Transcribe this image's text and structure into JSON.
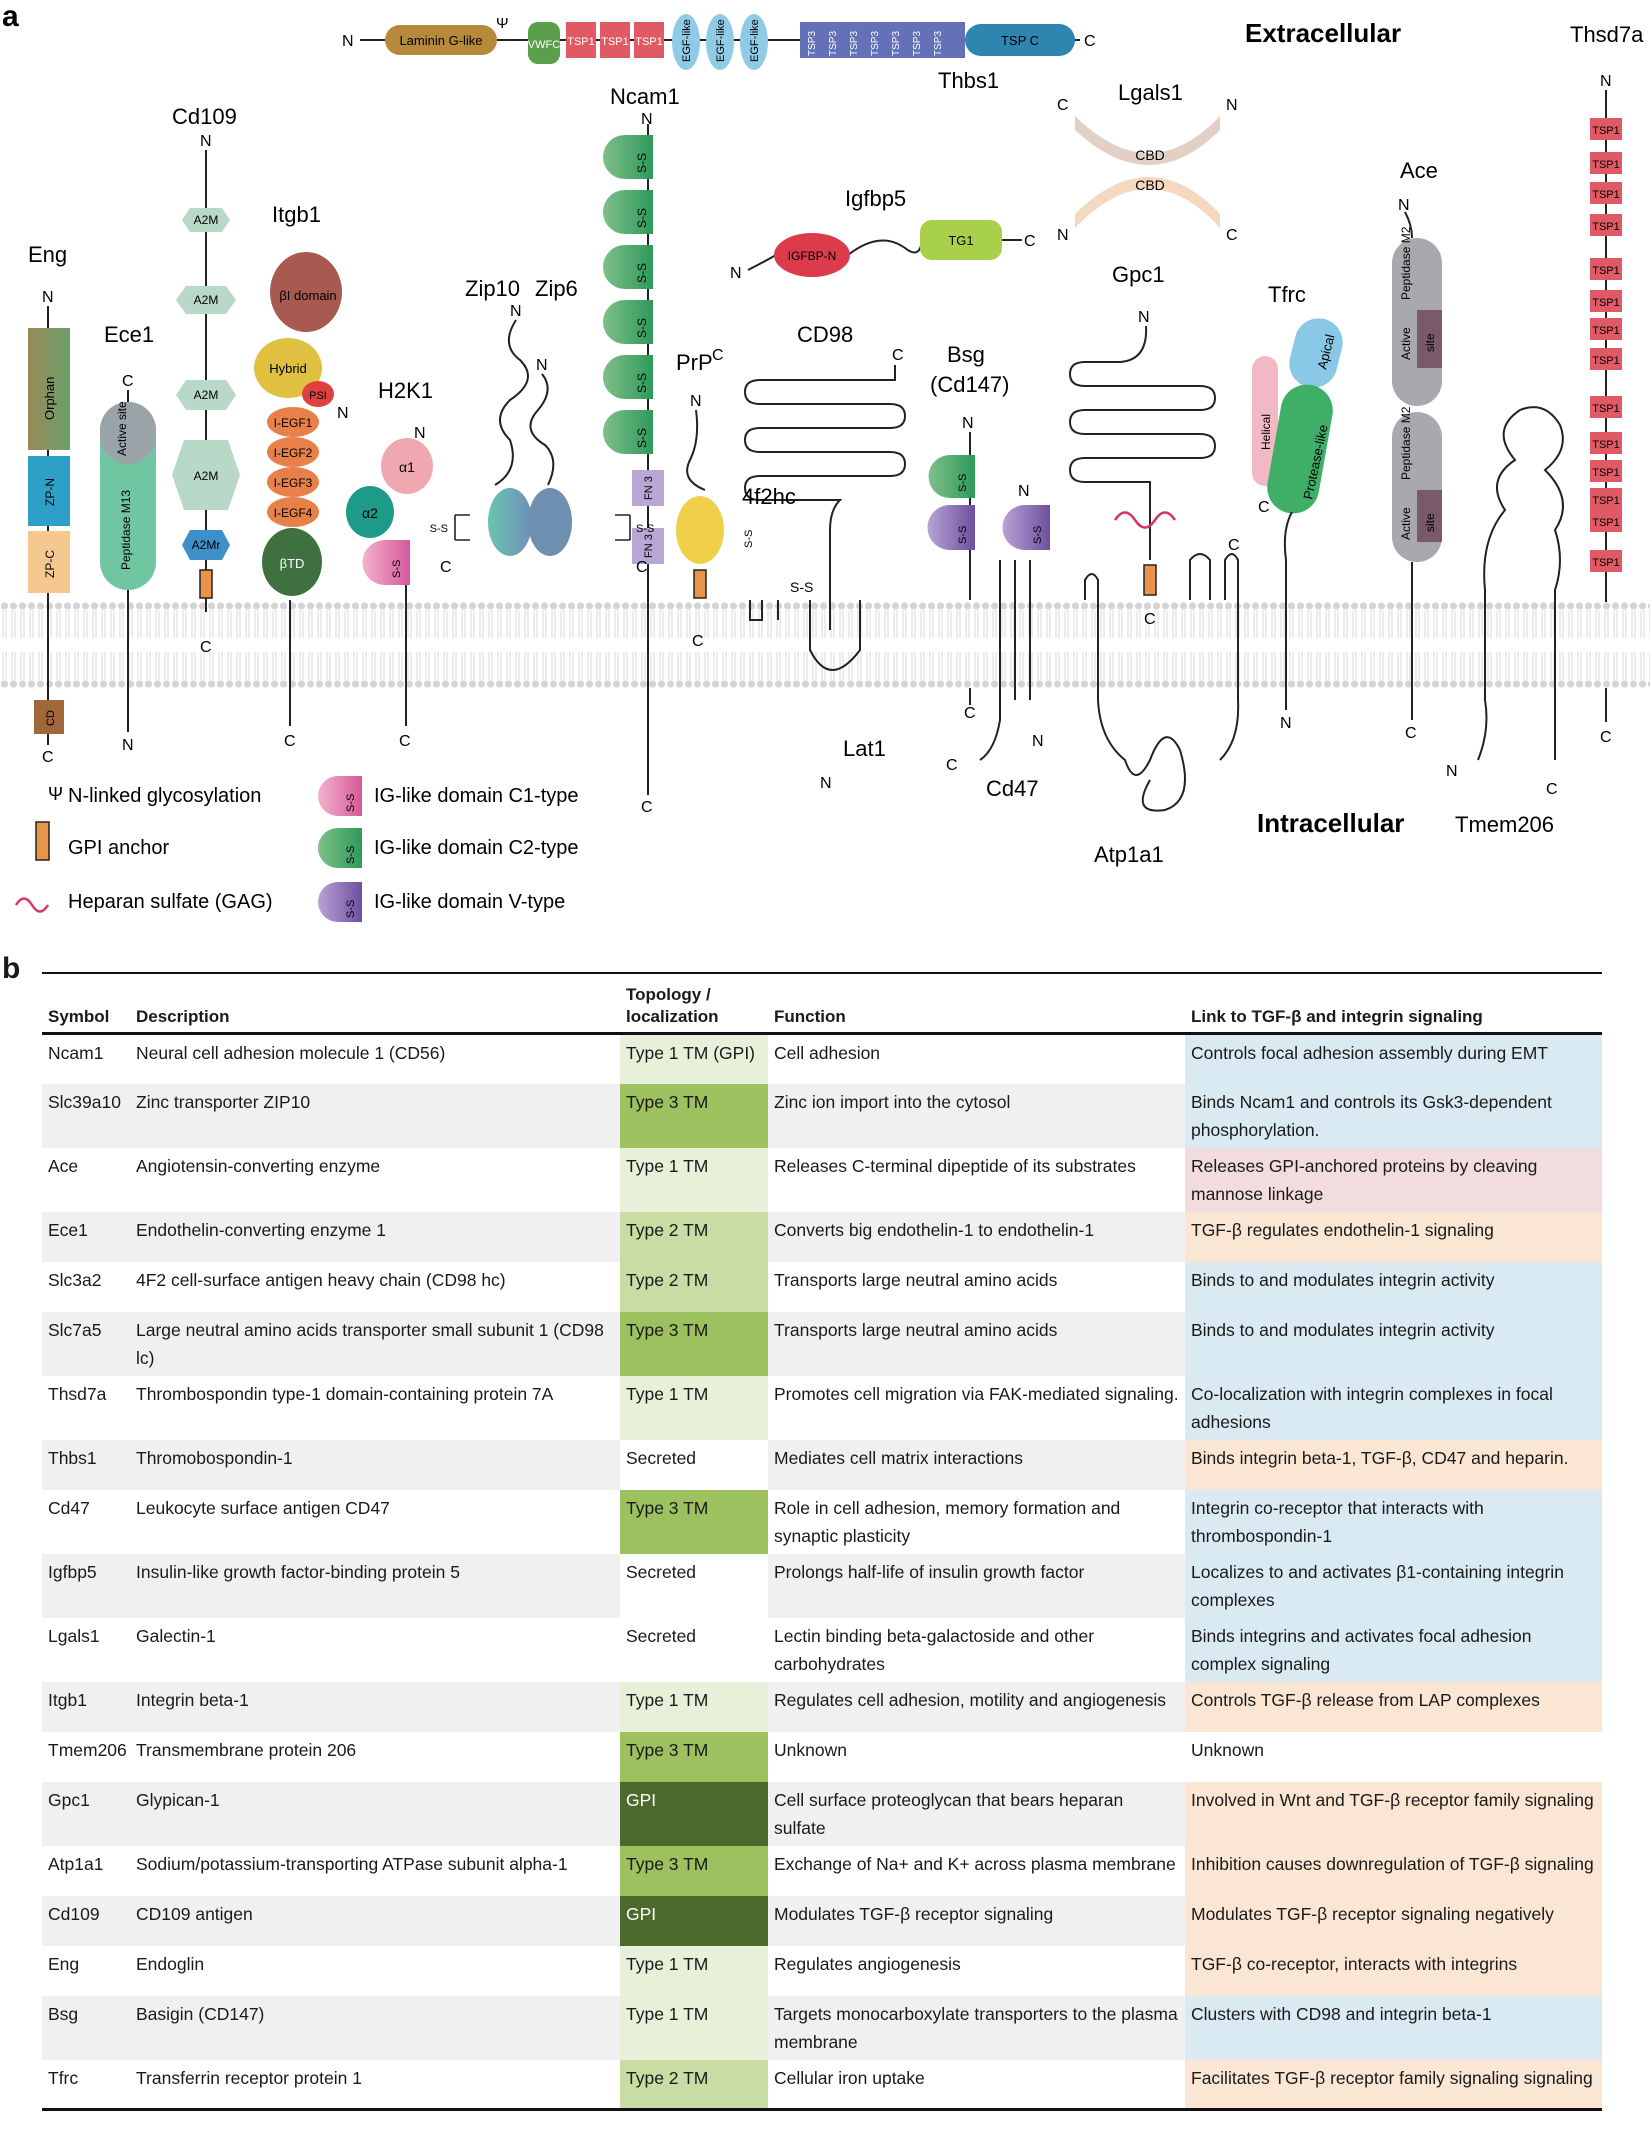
{
  "panel_a": {
    "label": "a",
    "extracellular": "Extracellular",
    "intracellular": "Intracellular",
    "proteins": {
      "thbs1": "Thbs1",
      "thsd7a": "Thsd7a",
      "lgals1": "Lgals1",
      "cd109": "Cd109",
      "ncam1": "Ncam1",
      "igfbp5": "Igfbp5",
      "ace": "Ace",
      "itgb1": "Itgb1",
      "eng": "Eng",
      "ece1": "Ece1",
      "zip10": "Zip10",
      "zip6": "Zip6",
      "h2k1": "H2K1",
      "prp": "PrP",
      "cd98": "CD98",
      "bsg": "Bsg",
      "bsg_alt": "(Cd147)",
      "gpc1": "Gpc1",
      "tfrc": "Tfrc",
      "f4f2hc": "4f2hc",
      "lat1": "Lat1",
      "cd47": "Cd47",
      "atp1a1": "Atp1a1",
      "tmem206": "Tmem206"
    },
    "domains": {
      "laminin": "Laminin G-like",
      "vwfc": "VWFC",
      "tsp1": "TSP1",
      "egf_like": "EGF-like",
      "tsp3": "TSP3",
      "tspc": "TSP C",
      "cbd": "CBD",
      "a2m": "A2M",
      "a2mr": "A2Mr",
      "igfbpn": "IGFBP-N",
      "tg1": "TG1",
      "bi_domain": "βI domain",
      "hybrid": "Hybrid",
      "psi": "PSI",
      "iegf1": "I-EGF1",
      "iegf2": "I-EGF2",
      "iegf3": "I-EGF3",
      "iegf4": "I-EGF4",
      "btd": "βTD",
      "orphan": "Orphan",
      "zpn": "ZP-N",
      "zpc": "ZP-C",
      "cd": "CD",
      "active_site": "Active site",
      "peptidase_m13": "Peptidase M13",
      "peptidase_m2": "Peptidase M2",
      "active": "Active",
      "site": "site",
      "alpha1": "α1",
      "alpha2": "α2",
      "ss": "S-S",
      "fn3": "FN 3",
      "helical": "Helical",
      "apical": "Apical",
      "protease_like": "Protease-like"
    },
    "termini": {
      "n": "N",
      "c": "C"
    },
    "legend": {
      "glyco": "N-linked glycosylation",
      "gpi": "GPI anchor",
      "heparan": "Heparan sulfate (GAG)",
      "c1": "IG-like domain C1-type",
      "c2": "IG-like domain C2-type",
      "v": "IG-like domain V-type"
    },
    "colors": {
      "tsp1": "#e05a66",
      "egf": "#8fcbe6",
      "tsp3": "#6470b8",
      "tspc": "#2e86b0",
      "laminin": "#b58a3a",
      "vwfc": "#5aa04a",
      "c1": "#e07aa8",
      "c2": "#2e9a5a",
      "v": "#7a5aa8",
      "gpi": "#e8954a",
      "heparan": "#d8336a"
    }
  },
  "panel_b": {
    "label": "b",
    "headers": {
      "symbol": "Symbol",
      "description": "Description",
      "topology": "Topology / localization",
      "function": "Function",
      "link": "Link to TGF-β and integrin signaling"
    },
    "rows": [
      {
        "symbol": "Ncam1",
        "description": "Neural cell adhesion molecule 1 (CD56)",
        "topology": "Type 1 TM (GPI)",
        "function": "Cell adhesion",
        "link": "Controls focal adhesion assembly during EMT",
        "topo_color": "#e9f0da",
        "link_color": "#d9eaf2"
      },
      {
        "symbol": "Slc39a10",
        "description": "Zinc transporter ZIP10",
        "topology": "Type 3 TM",
        "function": "Zinc ion import into the cytosol",
        "link": "Binds Ncam1 and controls its Gsk3-dependent phosphorylation.",
        "topo_color": "#9dc15e",
        "link_color": "#d9eaf2"
      },
      {
        "symbol": "Ace",
        "description": "Angiotensin-converting enzyme",
        "topology": "Type 1 TM",
        "function": "Releases C-terminal dipeptide of its substrates",
        "link": "Releases GPI-anchored proteins by cleaving mannose linkage",
        "topo_color": "#e9f0da",
        "link_color": "#f2dce0"
      },
      {
        "symbol": "Ece1",
        "description": "Endothelin-converting enzyme 1",
        "topology": "Type 2 TM",
        "function": "Converts big endothelin-1 to endothelin-1",
        "link": "TGF-β regulates endothelin-1 signaling",
        "topo_color": "#c9dca4",
        "link_color": "#fbe6d4"
      },
      {
        "symbol": "Slc3a2",
        "description": "4F2 cell-surface antigen heavy chain (CD98 hc)",
        "topology": "Type 2 TM",
        "function": "Transports large neutral amino acids",
        "link": "Binds to and modulates integrin activity",
        "topo_color": "#c9dca4",
        "link_color": "#d9eaf2"
      },
      {
        "symbol": "Slc7a5",
        "description": "Large neutral amino acids transporter small subunit 1 (CD98 lc)",
        "topology": "Type 3 TM",
        "function": "Transports large neutral amino acids",
        "link": "Binds to and modulates integrin activity",
        "topo_color": "#9dc15e",
        "link_color": "#d9eaf2"
      },
      {
        "symbol": "Thsd7a",
        "description": "Thrombospondin type-1 domain-containing protein 7A",
        "topology": "Type 1 TM",
        "function": "Promotes cell migration via FAK-mediated signaling.",
        "link": "Co-localization with integrin complexes in focal adhesions",
        "topo_color": "#e9f0da",
        "link_color": "#d9eaf2"
      },
      {
        "symbol": "Thbs1",
        "description": "Thromobospondin-1",
        "topology": "Secreted",
        "function": "Mediates cell matrix interactions",
        "link": "Binds integrin beta-1, TGF-β, CD47 and heparin.",
        "topo_color": "#ffffff",
        "link_color": "#fbe6d4"
      },
      {
        "symbol": "Cd47",
        "description": "Leukocyte surface antigen CD47",
        "topology": "Type 3 TM",
        "function": "Role in cell adhesion, memory formation and synaptic plasticity",
        "link": "Integrin co-receptor that interacts with thrombospondin-1",
        "topo_color": "#9dc15e",
        "link_color": "#d9eaf2"
      },
      {
        "symbol": "Igfbp5",
        "description": "Insulin-like growth factor-binding protein 5",
        "topology": "Secreted",
        "function": "Prolongs half-life of insulin growth factor",
        "link": "Localizes to and activates β1-containing integrin complexes",
        "topo_color": "#ffffff",
        "link_color": "#d9eaf2"
      },
      {
        "symbol": "Lgals1",
        "description": "Galectin-1",
        "topology": "Secreted",
        "function": "Lectin binding beta-galactoside and other carbohydrates",
        "link": "Binds integrins and activates focal adhesion complex signaling",
        "topo_color": "#ffffff",
        "link_color": "#d9eaf2"
      },
      {
        "symbol": "Itgb1",
        "description": "Integrin beta-1",
        "topology": "Type 1 TM",
        "function": "Regulates cell adhesion, motility and angiogenesis",
        "link": "Controls TGF-β release from LAP complexes",
        "topo_color": "#e9f0da",
        "link_color": "#fbe6d4"
      },
      {
        "symbol": "Tmem206",
        "description": "Transmembrane protein 206",
        "topology": "Type 3 TM",
        "function": "Unknown",
        "link": "Unknown",
        "topo_color": "#9dc15e",
        "link_color": "#ffffff"
      },
      {
        "symbol": "Gpc1",
        "description": "Glypican-1",
        "topology": "GPI",
        "function": "Cell surface proteoglycan that bears heparan sulfate",
        "link": "Involved in Wnt and TGF-β receptor family signaling",
        "topo_color": "#4b6a2c",
        "link_color": "#fbe6d4"
      },
      {
        "symbol": "Atp1a1",
        "description": "Sodium/potassium-transporting ATPase subunit alpha-1",
        "topology": "Type 3 TM",
        "function": "Exchange of Na+ and K+ across plasma membrane",
        "link": "Inhibition causes downregulation of TGF-β signaling",
        "topo_color": "#9dc15e",
        "link_color": "#fbe6d4"
      },
      {
        "symbol": "Cd109",
        "description": "CD109 antigen",
        "topology": "GPI",
        "function": "Modulates TGF-β receptor signaling",
        "link": "Modulates TGF-β receptor signaling negatively",
        "topo_color": "#4b6a2c",
        "link_color": "#fbe6d4"
      },
      {
        "symbol": "Eng",
        "description": "Endoglin",
        "topology": "Type 1 TM",
        "function": "Regulates angiogenesis",
        "link": "TGF-β co-receptor, interacts with integrins",
        "topo_color": "#e9f0da",
        "link_color": "#fbe6d4"
      },
      {
        "symbol": "Bsg",
        "description": "Basigin (CD147)",
        "topology": "Type 1 TM",
        "function": "Targets monocarboxylate transporters to the plasma membrane",
        "link": "Clusters with CD98 and integrin beta-1",
        "topo_color": "#e9f0da",
        "link_color": "#d9eaf2"
      },
      {
        "symbol": "Tfrc",
        "description": "Transferrin receptor protein 1",
        "topology": "Type 2 TM",
        "function": "Cellular iron uptake",
        "link": "Facilitates TGF-β receptor family signaling signaling",
        "topo_color": "#c9dca4",
        "link_color": "#fbe6d4"
      }
    ]
  }
}
